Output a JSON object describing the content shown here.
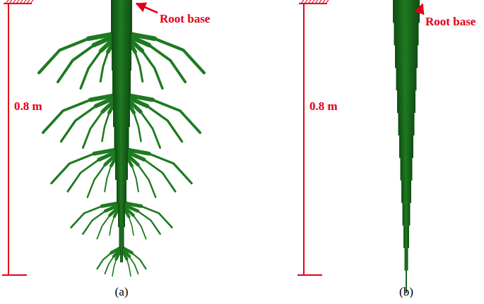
{
  "diagram": {
    "labels": [
      "Root base",
      "0.8 m",
      "(a)",
      "Root base",
      "0.8 m",
      "(b)"
    ]
  }
}
